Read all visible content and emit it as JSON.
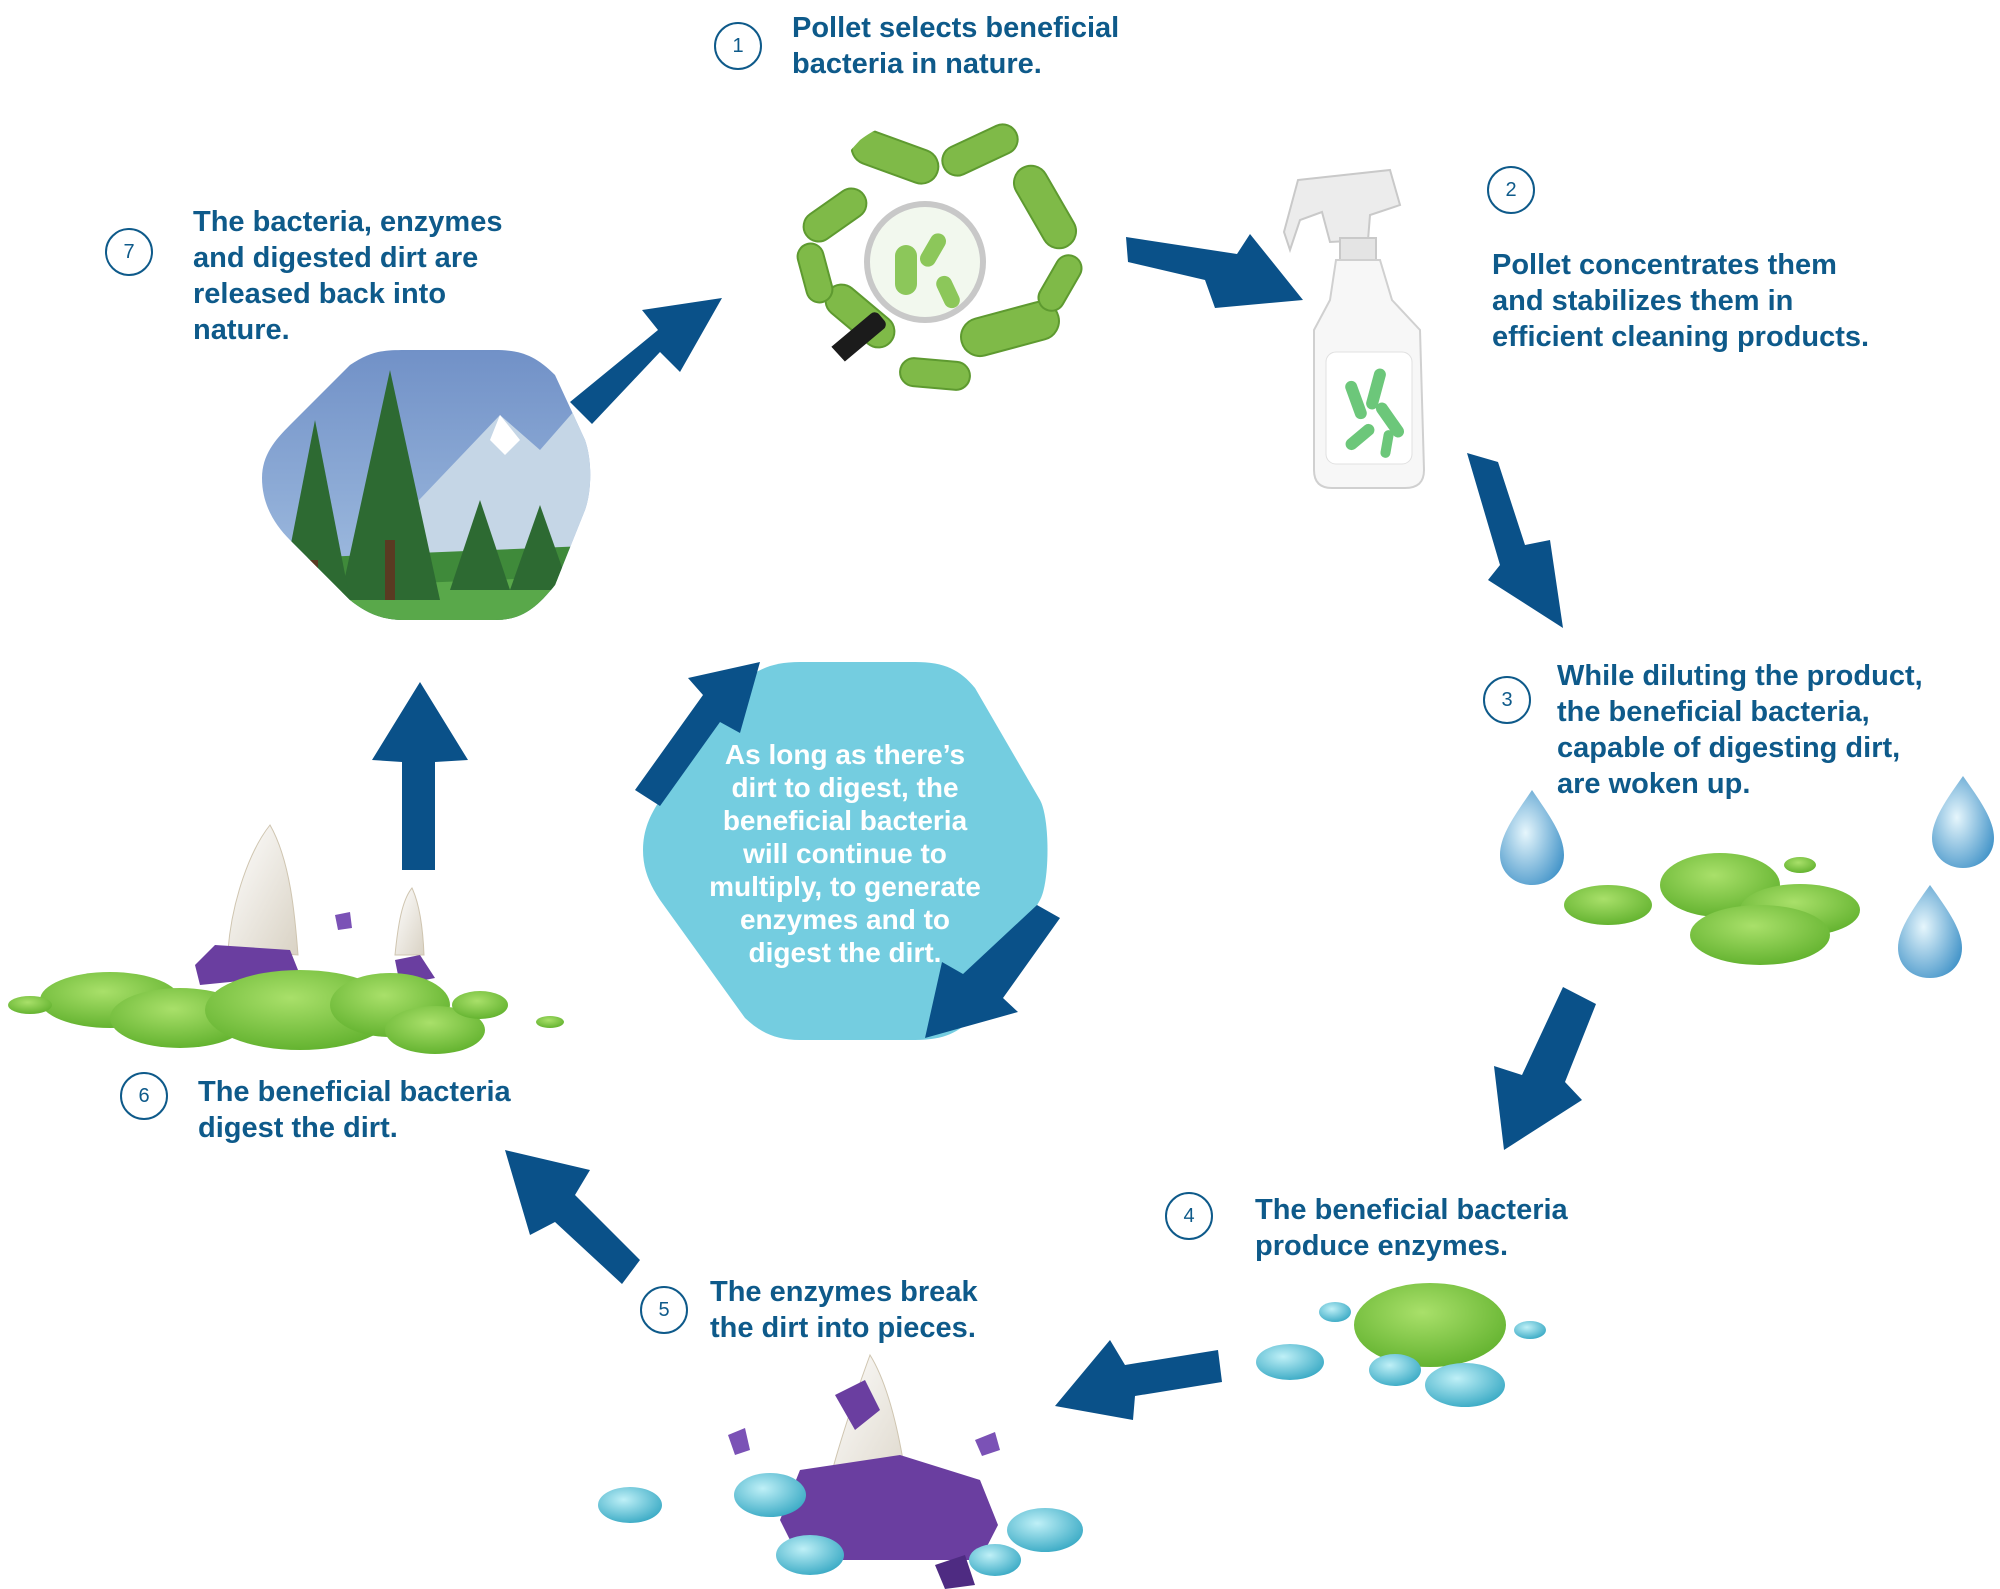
{
  "steps": [
    {
      "number": "1",
      "lines": [
        "Pollet selects beneficial",
        "bacteria in nature."
      ]
    },
    {
      "number": "2",
      "lines": [
        "Pollet concentrates them",
        "and stabilizes them in",
        "efficient cleaning products."
      ]
    },
    {
      "number": "3",
      "lines": [
        "While diluting the product,",
        "the beneficial bacteria,",
        "capable of digesting dirt,",
        "are woken up."
      ]
    },
    {
      "number": "4",
      "lines": [
        "The beneficial bacteria",
        "produce enzymes."
      ]
    },
    {
      "number": "5",
      "lines": [
        "The enzymes break",
        "the dirt into pieces."
      ]
    },
    {
      "number": "6",
      "lines": [
        "The beneficial bacteria",
        "digest the dirt."
      ]
    },
    {
      "number": "7",
      "lines": [
        "The bacteria, enzymes",
        "and digested dirt are",
        "released back into",
        "nature."
      ]
    }
  ],
  "center": {
    "lines": [
      "As long as there’s",
      "dirt to digest, the",
      "beneficial bacteria",
      "will continue to",
      "multiply, to generate",
      "enzymes and to",
      "digest the dirt."
    ]
  },
  "colors": {
    "primary_blue": "#0e5a8a",
    "arrow_blue": "#0a5189",
    "center_hexagon": "#74cde0",
    "bacteria_green": "#7cc444",
    "enzyme_cyan": "#56c2d6",
    "dirt_purple": "#6a3ea0"
  },
  "icons": [
    "bacteria-magnifier-icon",
    "spray-bottle-icon",
    "water-drop-icon",
    "bacteria-blob-icon",
    "enzyme-drop-icon",
    "broken-dirt-icon",
    "forest-landscape-icon"
  ]
}
